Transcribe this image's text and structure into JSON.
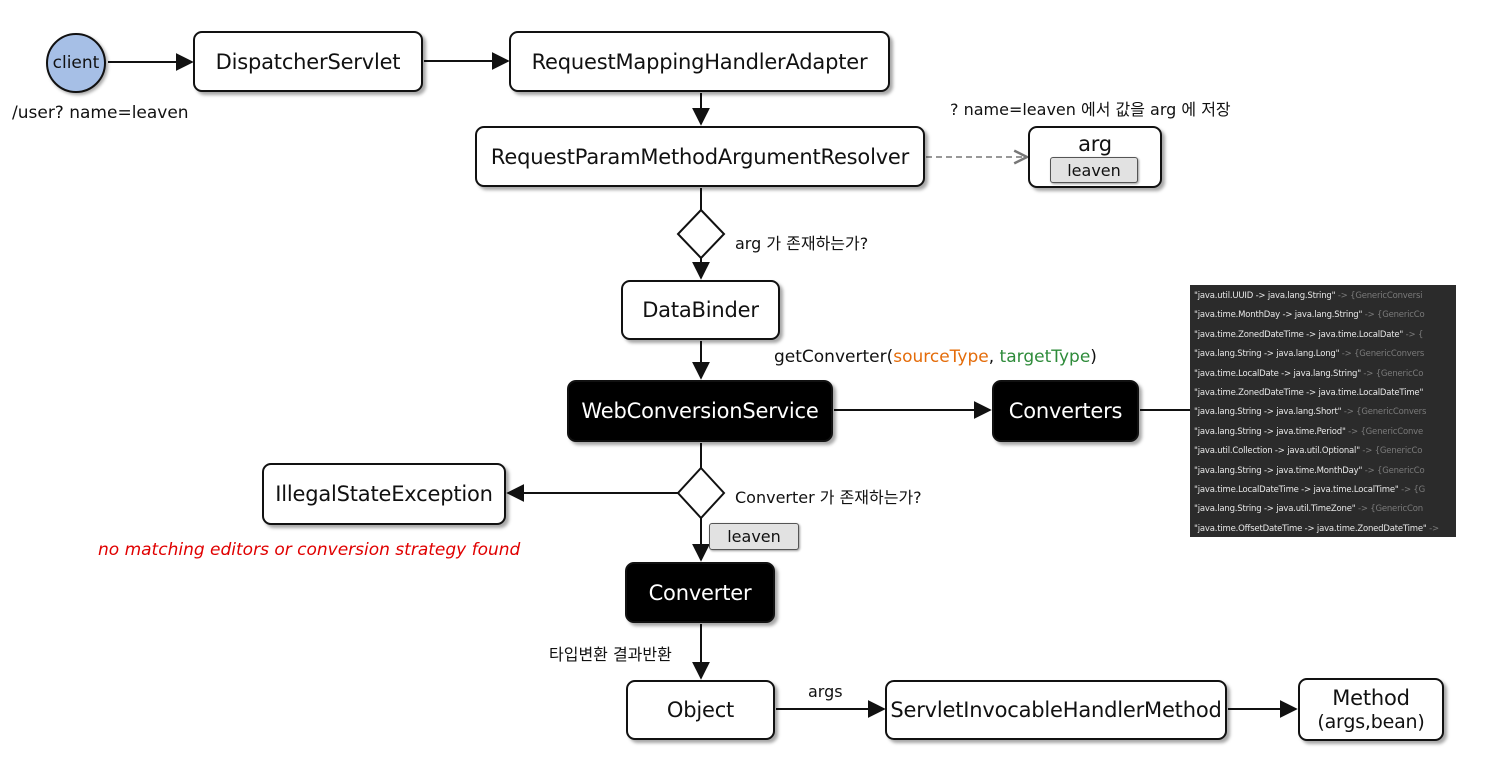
{
  "client": {
    "label": "client",
    "request": "/user? name=leaven"
  },
  "nodes": {
    "dispatcher": "DispatcherServlet",
    "adapter": "RequestMappingHandlerAdapter",
    "resolver": "RequestParamMethodArgumentResolver",
    "data_binder": "DataBinder",
    "conversion_service": "WebConversionService",
    "converters": "Converters",
    "exception": "IllegalStateException",
    "converter": "Converter",
    "object": "Object",
    "invocable": "ServletInvocableHandlerMethod",
    "method_line1": "Method",
    "method_line2": "(args,bean)"
  },
  "arg_box": {
    "title": "arg",
    "value": "leaven"
  },
  "labels": {
    "store_arg": "? name=leaven 에서 값을 arg 에 저장",
    "arg_exists": "arg 가 존재하는가?",
    "get_converter_prefix": "getConverter(",
    "source_type": "sourceType",
    "comma": ", ",
    "target_type": "targetType",
    "get_converter_suffix": ")",
    "converter_exists": "Converter 가 존재하는가?",
    "error_message": "no matching editors or conversion strategy found",
    "leaven_chip": "leaven",
    "type_conversion": "타입변환 결과반환",
    "args": "args"
  },
  "converter_list": [
    {
      "pair": "\"java.util.UUID -> java.lang.String\"",
      "tail": " -> {GenericConversi"
    },
    {
      "pair": "\"java.time.MonthDay -> java.lang.String\"",
      "tail": " -> {GenericCo"
    },
    {
      "pair": "\"java.time.ZonedDateTime -> java.time.LocalDate\"",
      "tail": " -> {"
    },
    {
      "pair": "\"java.lang.String -> java.lang.Long\"",
      "tail": " -> {GenericConvers"
    },
    {
      "pair": "\"java.time.LocalDate -> java.lang.String\"",
      "tail": " -> {GenericCo"
    },
    {
      "pair": "\"java.time.ZonedDateTime -> java.time.LocalDateTime\"",
      "tail": ""
    },
    {
      "pair": "\"java.lang.String -> java.lang.Short\"",
      "tail": " -> {GenericConvers"
    },
    {
      "pair": "\"java.lang.String -> java.time.Period\"",
      "tail": " -> {GenericConve"
    },
    {
      "pair": "\"java.util.Collection -> java.util.Optional\"",
      "tail": " -> {GenericCo"
    },
    {
      "pair": "\"java.lang.String -> java.time.MonthDay\"",
      "tail": " -> {GenericCo"
    },
    {
      "pair": "\"java.time.LocalDateTime -> java.time.LocalTime\"",
      "tail": " -> {G"
    },
    {
      "pair": "\"java.lang.String -> java.util.TimeZone\"",
      "tail": " -> {GenericCon"
    },
    {
      "pair": "\"java.time.OffsetDateTime -> java.time.ZonedDateTime\"",
      "tail": " -> "
    }
  ],
  "colors": {
    "client_fill": "#a6bfe6",
    "source_type": "#e46c0a",
    "target_type": "#2e8b3a",
    "error": "#e00000",
    "panel_bg": "#2b2b2b"
  }
}
